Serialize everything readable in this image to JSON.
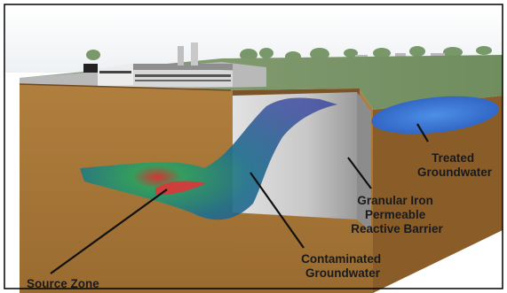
{
  "labels": {
    "treated": [
      "Treated",
      "Groundwater"
    ],
    "barrier": [
      "Granular Iron",
      "Permeable",
      "Reactive Barrier"
    ],
    "contaminated": [
      "Contaminated",
      "Groundwater"
    ],
    "source": "Source Zone"
  },
  "colors": {
    "soil": "#a87838",
    "soil_dark": "#8a5d28",
    "grass": "#7d9a6a",
    "barrier": "#d0d0d0",
    "plume_outer": "#2b3fa0",
    "plume_mid": "#1f8a6a",
    "plume_core": "#e03030",
    "treated_water": "#3a78d8"
  }
}
